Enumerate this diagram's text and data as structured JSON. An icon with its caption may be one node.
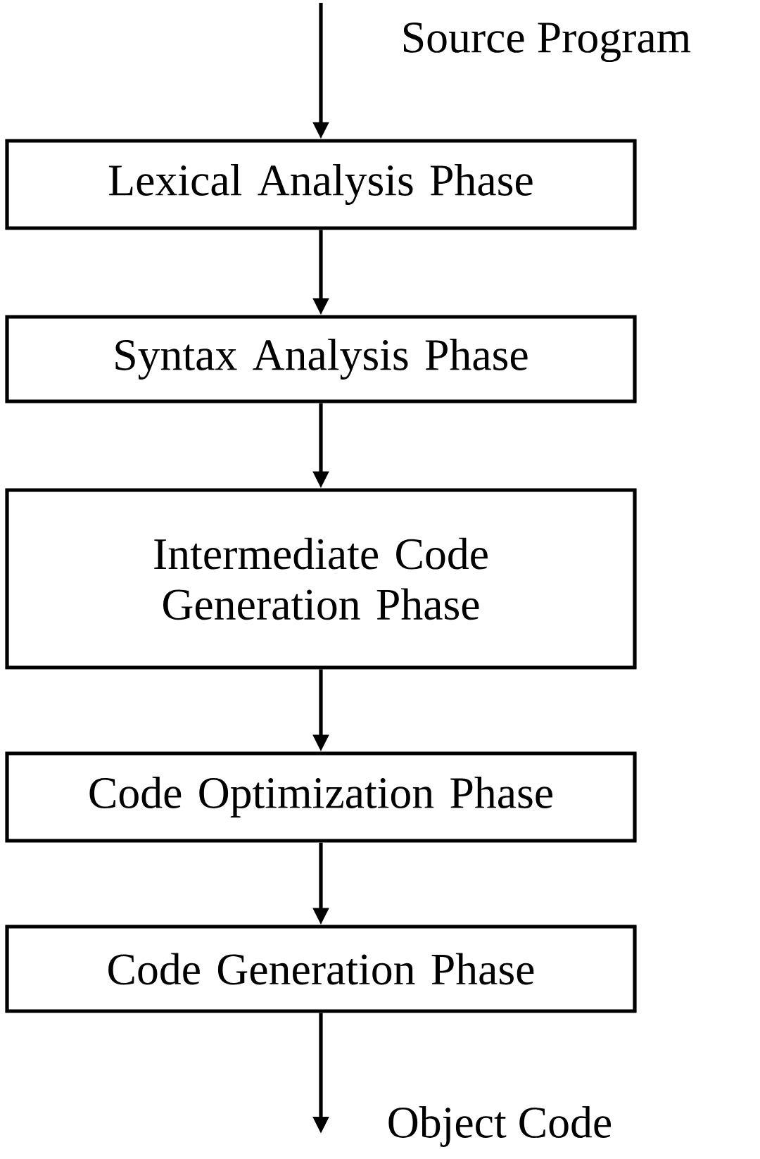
{
  "diagram": {
    "nodes": [
      {
        "text": [
          "Source Program"
        ]
      },
      {
        "text": [
          "Lexical Analysis Phase"
        ]
      },
      {
        "text": [
          "Syntax Analysis Phase"
        ]
      },
      {
        "text": [
          "Intermediate Code Generation Phase"
        ]
      },
      {
        "text": [
          "Code Optimization Phase"
        ]
      },
      {
        "text": [
          "Code Generation Phase"
        ]
      },
      {
        "text": [
          "Object Code"
        ]
      }
    ],
    "edges": [
      {
        "from": 0,
        "to": 1,
        "arrow": "to"
      },
      {
        "from": 1,
        "to": 2,
        "arrow": "to"
      },
      {
        "from": 2,
        "to": 3,
        "arrow": "to"
      },
      {
        "from": 3,
        "to": 4,
        "arrow": "to"
      },
      {
        "from": 4,
        "to": 5,
        "arrow": "to"
      },
      {
        "from": 5,
        "to": 6,
        "arrow": "to"
      }
    ]
  }
}
